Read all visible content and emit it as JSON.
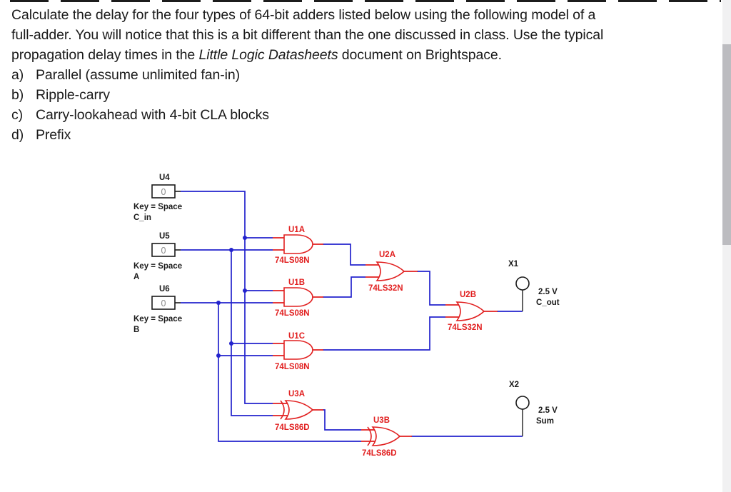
{
  "document": {
    "paragraph_lines": [
      "Calculate the delay for the four types of 64-bit adders listed below using the following model of a",
      "full-adder. You will notice that this is a bit different than the one discussed in class. Use the typical"
    ],
    "paragraph_line3": {
      "pre": "propagation delay times in the ",
      "italic": "Little Logic Datasheets",
      "post": " document on Brightspace."
    },
    "list_items": [
      {
        "marker": "a)",
        "text": "Parallel (assume unlimited fan-in)"
      },
      {
        "marker": "b)",
        "text": "Ripple-carry"
      },
      {
        "marker": "c)",
        "text": "Carry-lookahead with 4-bit CLA blocks"
      },
      {
        "marker": "d)",
        "text": "Prefix"
      }
    ]
  },
  "schematic": {
    "switches": [
      {
        "ref": "U4",
        "value": "0",
        "key": "Key = Space",
        "signal": "C_in"
      },
      {
        "ref": "U5",
        "value": "0",
        "key": "Key = Space",
        "signal": "A"
      },
      {
        "ref": "U6",
        "value": "0",
        "key": "Key = Space",
        "signal": "B"
      }
    ],
    "gates": [
      {
        "ref": "U1A",
        "part": "74LS08N",
        "type": "AND"
      },
      {
        "ref": "U1B",
        "part": "74LS08N",
        "type": "AND"
      },
      {
        "ref": "U1C",
        "part": "74LS08N",
        "type": "AND"
      },
      {
        "ref": "U2A",
        "part": "74LS32N",
        "type": "OR"
      },
      {
        "ref": "U2B",
        "part": "74LS32N",
        "type": "OR"
      },
      {
        "ref": "U3A",
        "part": "74LS86D",
        "type": "XOR"
      },
      {
        "ref": "U3B",
        "part": "74LS86D",
        "type": "XOR"
      }
    ],
    "probes": [
      {
        "ref": "X1",
        "voltage": "2.5 V",
        "signal": "C_out"
      },
      {
        "ref": "X2",
        "voltage": "2.5 V",
        "signal": "Sum"
      }
    ],
    "colors": {
      "wire": "#2323cd",
      "component": "#e11f1f",
      "label": "#1a1a1a",
      "switch_value": "#8a8a8a"
    }
  }
}
